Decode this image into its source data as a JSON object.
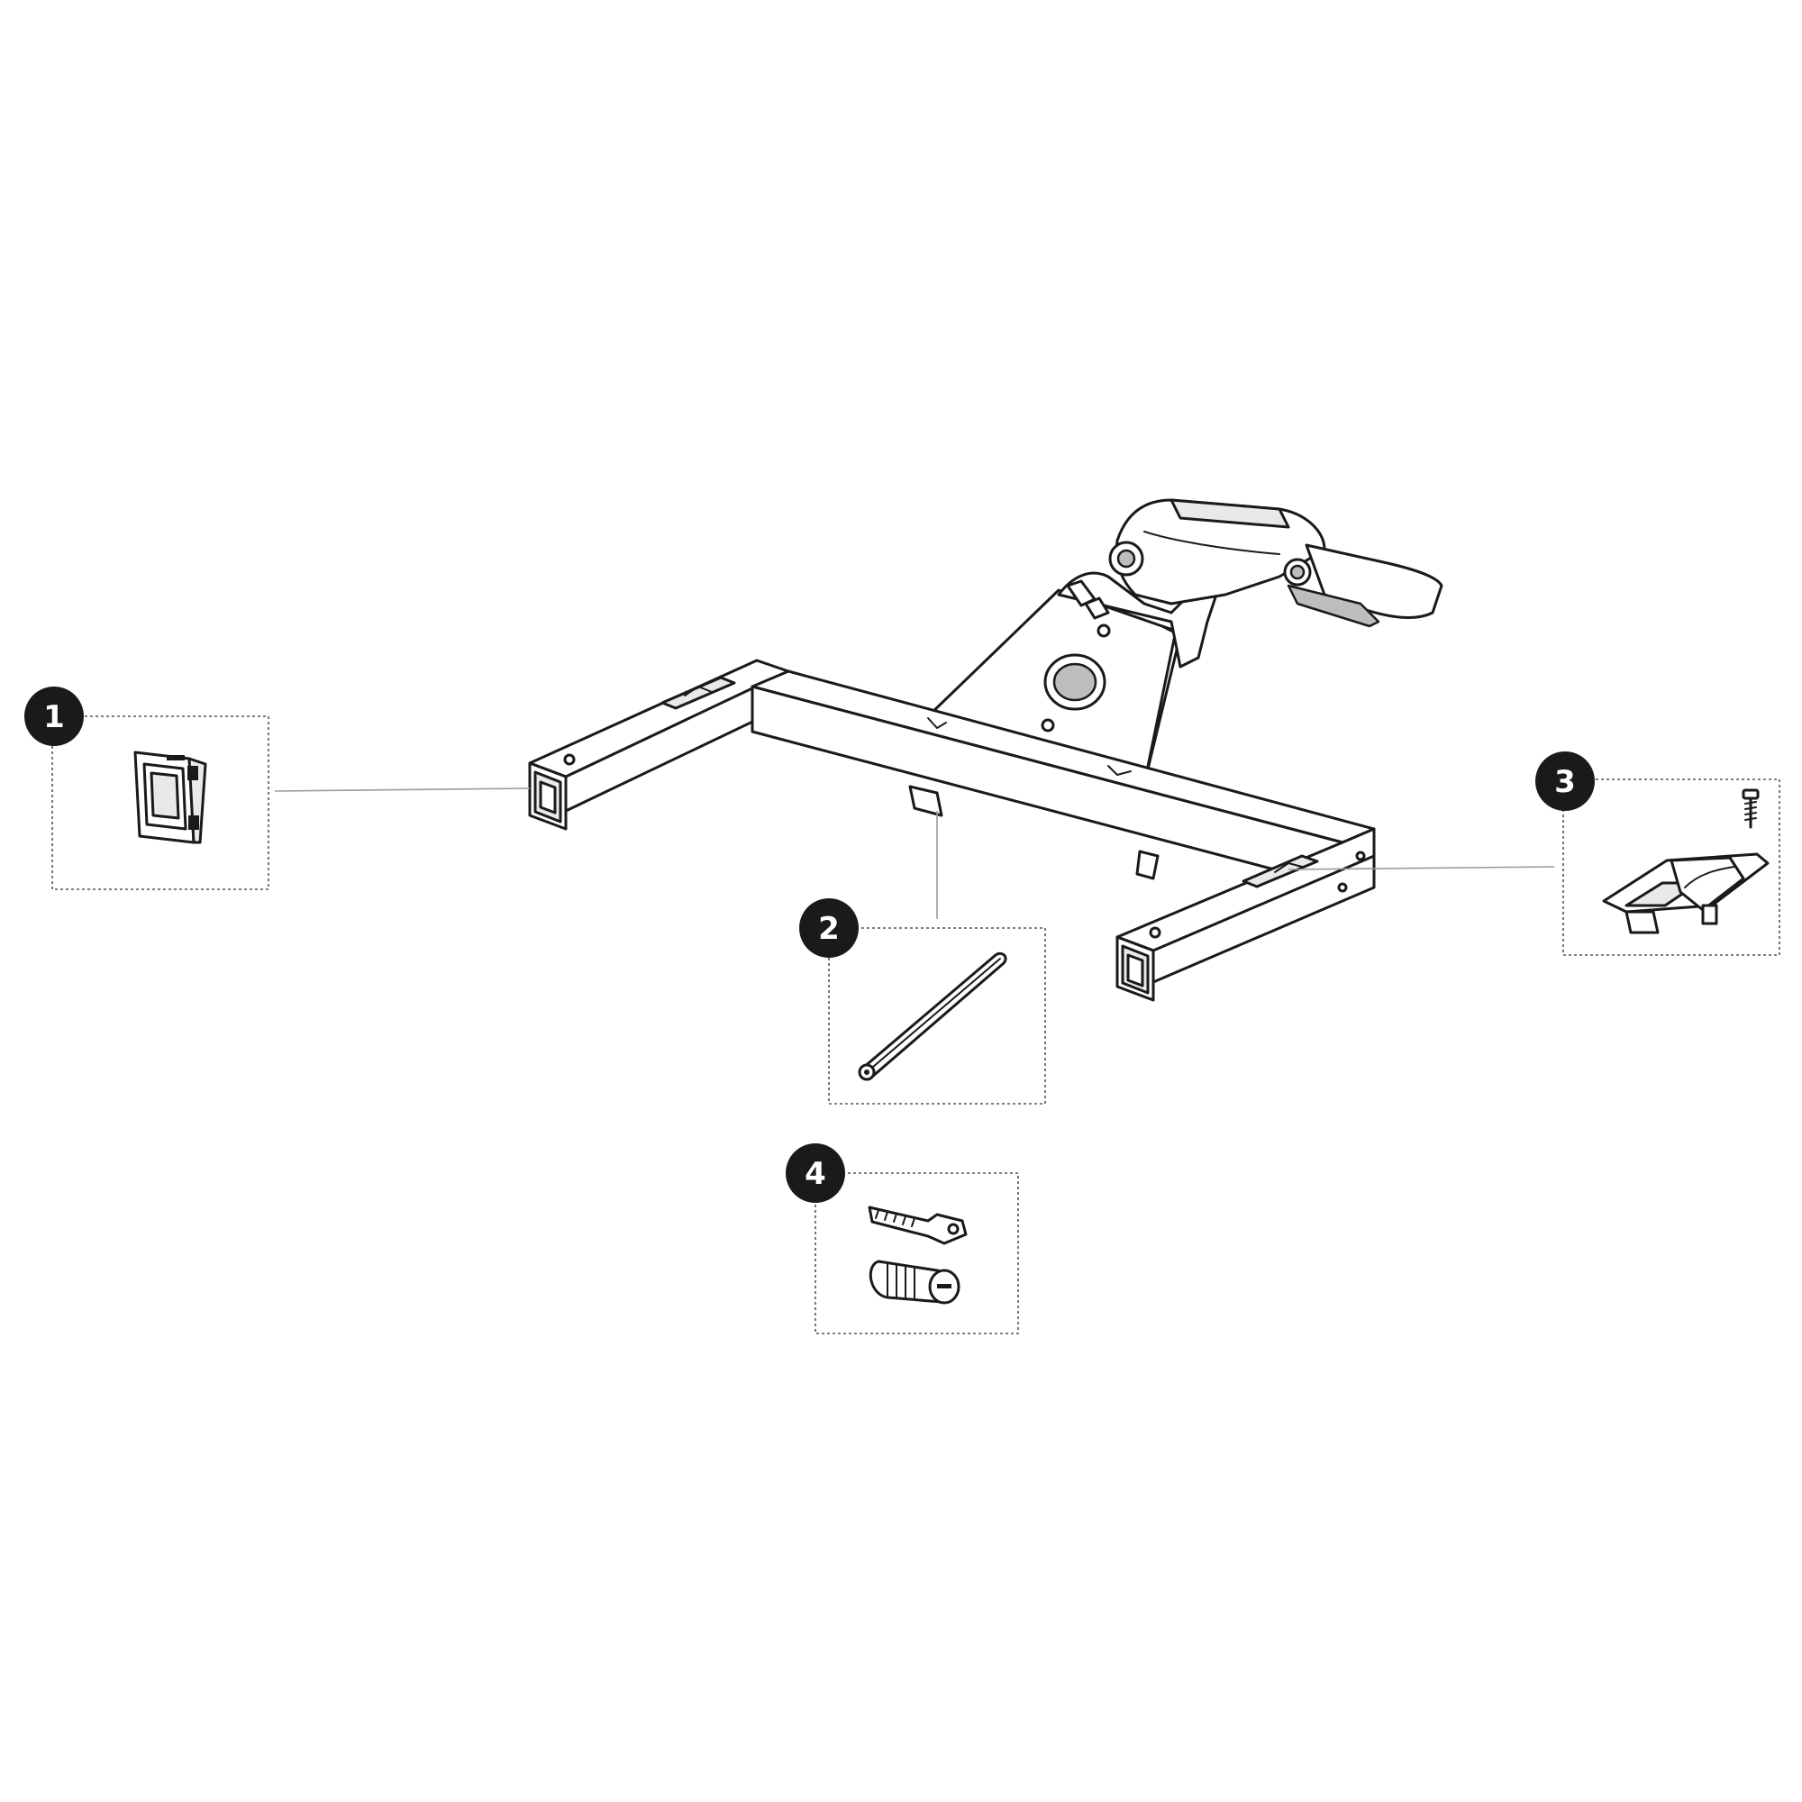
{
  "callouts": [
    {
      "id": "1",
      "label": "1",
      "part": "end-cap"
    },
    {
      "id": "2",
      "label": "2",
      "part": "rubber-strip"
    },
    {
      "id": "3",
      "label": "3",
      "part": "t-track-adapter-with-screw"
    },
    {
      "id": "4",
      "label": "4",
      "part": "key-and-lock-cylinder"
    }
  ],
  "colors": {
    "line": "#1a1a1a",
    "badge": "#111111",
    "leader": "#9a9a9a",
    "box": "#555555",
    "background": "#ffffff"
  }
}
